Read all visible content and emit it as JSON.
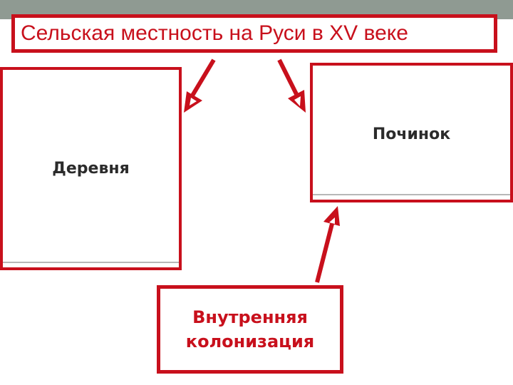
{
  "title": "Сельская местность на Руси в XV веке",
  "nodes": {
    "derevnya": "Деревня",
    "pochinok": "Починок",
    "colonization_line1": "Внутренняя",
    "colonization_line2": "колонизация"
  },
  "colors": {
    "accent_red": "#c8101c",
    "band_gray": "#8f9a92",
    "text_dark": "#2b2b2b"
  }
}
